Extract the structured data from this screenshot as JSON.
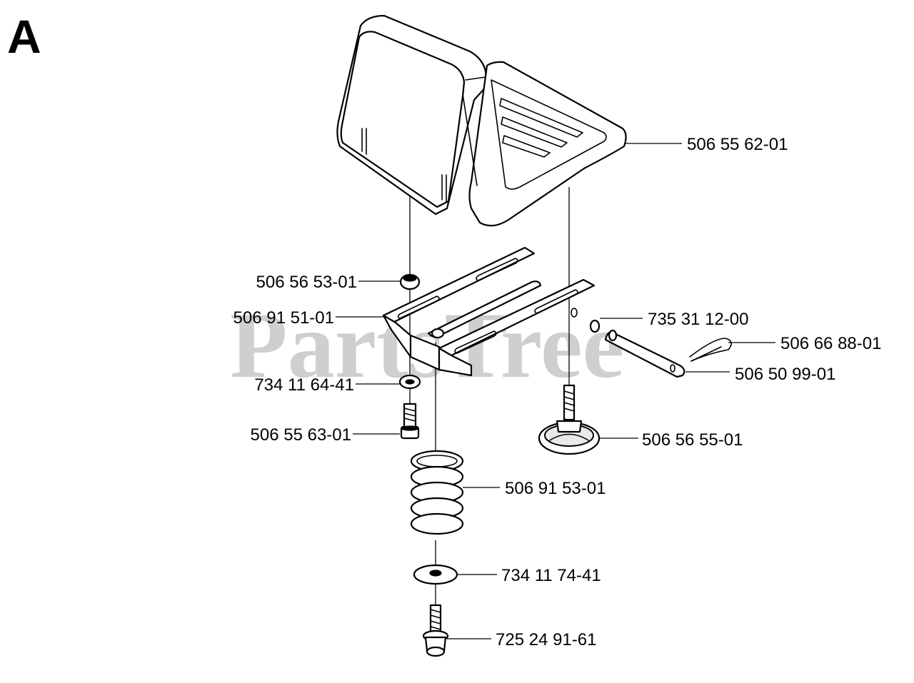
{
  "section": "A",
  "watermark": {
    "text": "PartsTree",
    "tm": "™"
  },
  "parts": [
    {
      "id": "seat",
      "number": "506 55 62-01"
    },
    {
      "id": "grommet",
      "number": "506 56 53-01"
    },
    {
      "id": "seat-bracket",
      "number": "506 91 51-01"
    },
    {
      "id": "lock-washer",
      "number": "735 31 12-00"
    },
    {
      "id": "hair-pin-clip",
      "number": "506 66 88-01"
    },
    {
      "id": "pivot-pin",
      "number": "506 50 99-01"
    },
    {
      "id": "small-washer",
      "number": "734 11 64-41"
    },
    {
      "id": "short-bolt",
      "number": "506 55 63-01"
    },
    {
      "id": "knob",
      "number": "506 56 55-01"
    },
    {
      "id": "spring",
      "number": "506 91 53-01"
    },
    {
      "id": "large-washer",
      "number": "734 11 74-41"
    },
    {
      "id": "flange-bolt",
      "number": "725 24 91-61"
    }
  ]
}
